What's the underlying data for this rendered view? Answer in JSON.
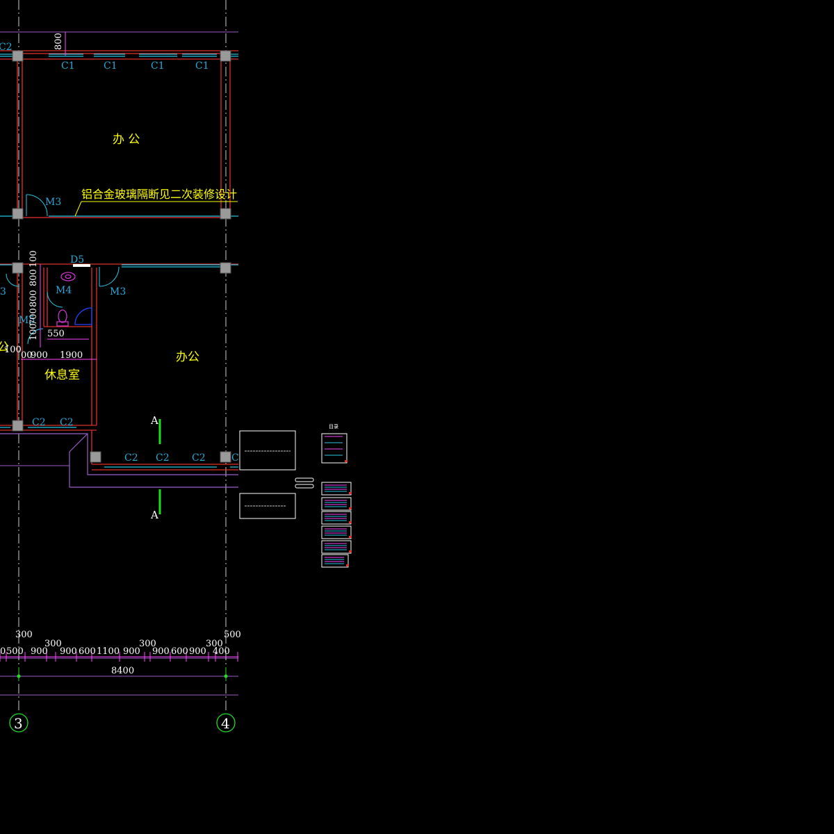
{
  "drawing": {
    "background": "#000000",
    "colors": {
      "axis_line": "#9b5dc8",
      "wall_red": "#e0302a",
      "glass_cyan": "#28c8e8",
      "text_yellow": "#ffff00",
      "window_label": "#2aa8d8",
      "dimension_magenta": "#ff44ff",
      "dimension_green": "#22dd22",
      "column_gray": "#9a9a9a",
      "fixture_magenta": "#cc33cc",
      "shower_blue": "#2244ff"
    },
    "rooms": {
      "office_upper": "办 公",
      "office_lower": "办公",
      "rest_room": "休息室",
      "office_left_partial": "公"
    },
    "annotations": {
      "partition_note": "铝合金玻璃隔断见二次装修设计"
    },
    "door_labels": {
      "m3_top": "M3",
      "m3_right": "M3",
      "m3_left": "3",
      "m4": "M4",
      "m5": "M5",
      "d5": "D5"
    },
    "window_labels": {
      "c1": [
        "C1",
        "C1",
        "C1",
        "C1"
      ],
      "c2_top_left": "C2",
      "c2_rest": [
        "C2",
        "C2"
      ],
      "c2_bottom": [
        "C2",
        "C2",
        "C2",
        "C"
      ]
    },
    "dimensions": {
      "top_800": "800",
      "left_vertical": [
        "100",
        "800",
        "800",
        "700",
        "100"
      ],
      "bath_550": "550",
      "rest_row": [
        "00",
        "900",
        "1900"
      ],
      "left_partial_100": "100",
      "bottom_upper_row": [
        "300",
        "300",
        "300",
        "300",
        "500"
      ],
      "bottom_lower_row": [
        "0",
        "500",
        "900",
        "900",
        "600",
        "1100",
        "900",
        "900",
        "600",
        "900",
        "400"
      ],
      "overall": "8400"
    },
    "section_marks": [
      "A",
      "A"
    ],
    "axis_markers": [
      "3",
      "4"
    ],
    "index_sheet_title": "目录"
  }
}
